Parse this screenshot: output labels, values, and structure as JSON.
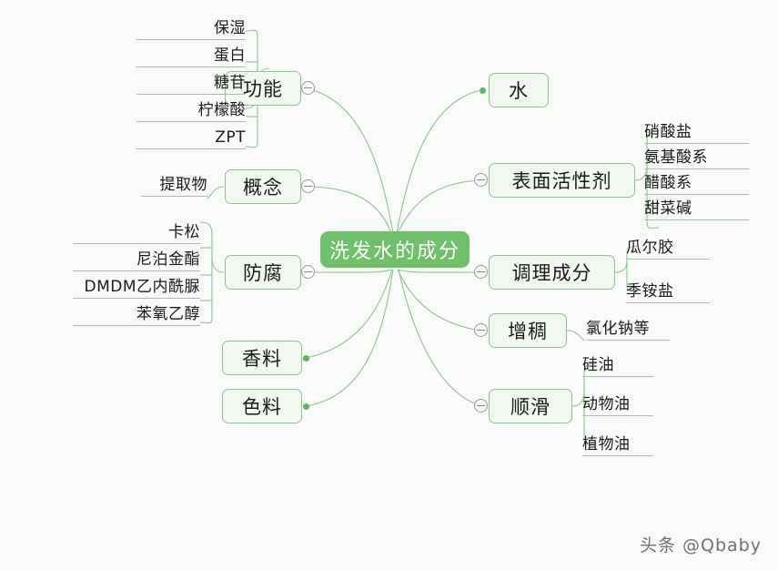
{
  "canvas": {
    "background_color": "#fafafa",
    "accent_color": "#70bf6a",
    "node_border_color": "#8cc48c",
    "node_fill_color": "#f2f8f1",
    "line_color": "#8cc48c"
  },
  "root": {
    "label": "洗发水的成分"
  },
  "branches": {
    "left": [
      {
        "label": "功能",
        "toggle": "collapse-minus",
        "children": [
          "保湿",
          "蛋白",
          "糖苷",
          "柠檬酸",
          "ZPT"
        ]
      },
      {
        "label": "概念",
        "toggle": "collapse-minus",
        "children": [
          "提取物"
        ]
      },
      {
        "label": "防腐",
        "toggle": "collapse-minus",
        "children": [
          "卡松",
          "尼泊金酯",
          "DMDM乙内酰脲",
          "苯氧乙醇"
        ]
      },
      {
        "label": "香料",
        "toggle": "leaf-dot",
        "children": []
      },
      {
        "label": "色料",
        "toggle": "leaf-dot",
        "children": []
      }
    ],
    "right": [
      {
        "label": "水",
        "toggle": "leaf-dot",
        "children": []
      },
      {
        "label": "表面活性剂",
        "toggle": "collapse-minus",
        "children": [
          "硝酸盐",
          "氨基酸系",
          "醋酸系",
          "甜菜碱"
        ]
      },
      {
        "label": "调理成分",
        "toggle": "collapse-minus",
        "children": [
          "瓜尔胶",
          "季铵盐"
        ]
      },
      {
        "label": "增稠",
        "toggle": "collapse-minus",
        "children": [
          "氯化钠等"
        ]
      },
      {
        "label": "顺滑",
        "toggle": "collapse-minus",
        "children": [
          "硅油",
          "动物油",
          "植物油"
        ]
      }
    ]
  },
  "watermark": {
    "text": "头条 @Qbaby"
  }
}
